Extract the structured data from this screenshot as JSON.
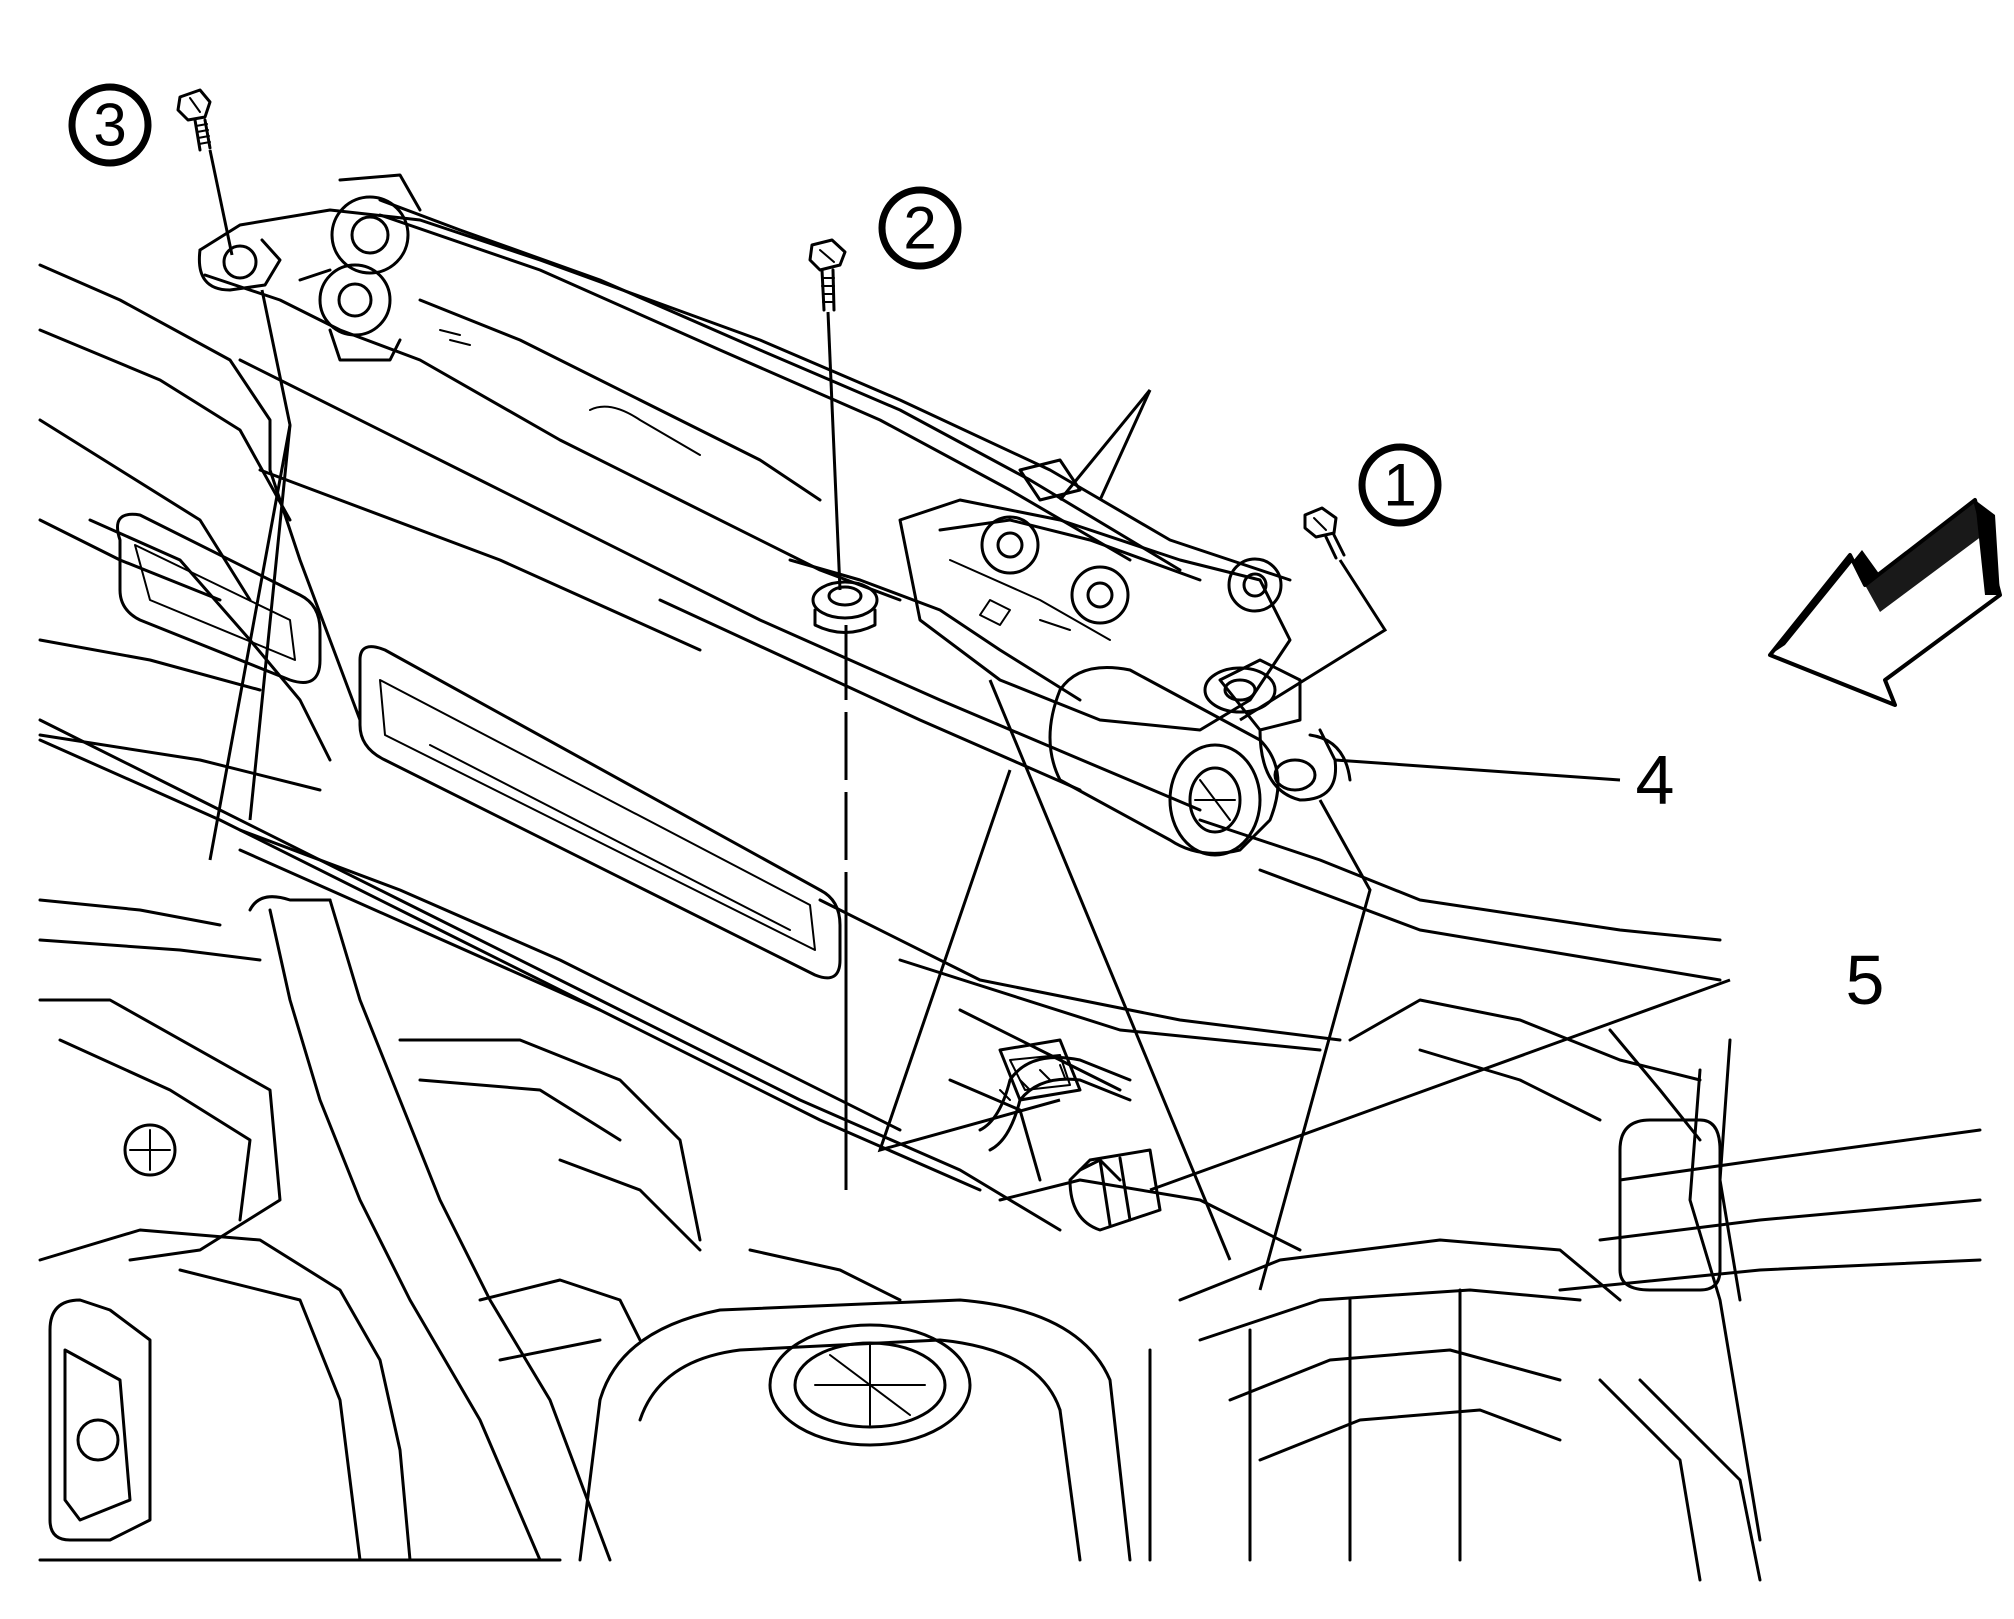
{
  "callouts": [
    {
      "id": "1",
      "label": "1",
      "style": "circled"
    },
    {
      "id": "2",
      "label": "2",
      "style": "circled"
    },
    {
      "id": "3",
      "label": "3",
      "style": "circled"
    },
    {
      "id": "4",
      "label": "4",
      "style": "plain"
    },
    {
      "id": "5",
      "label": "5",
      "style": "plain"
    }
  ],
  "colors": {
    "line": "#000000",
    "background": "#ffffff",
    "arrow_shade": "#000000"
  },
  "icons": [
    "bolt-icon",
    "direction-arrow-icon"
  ]
}
